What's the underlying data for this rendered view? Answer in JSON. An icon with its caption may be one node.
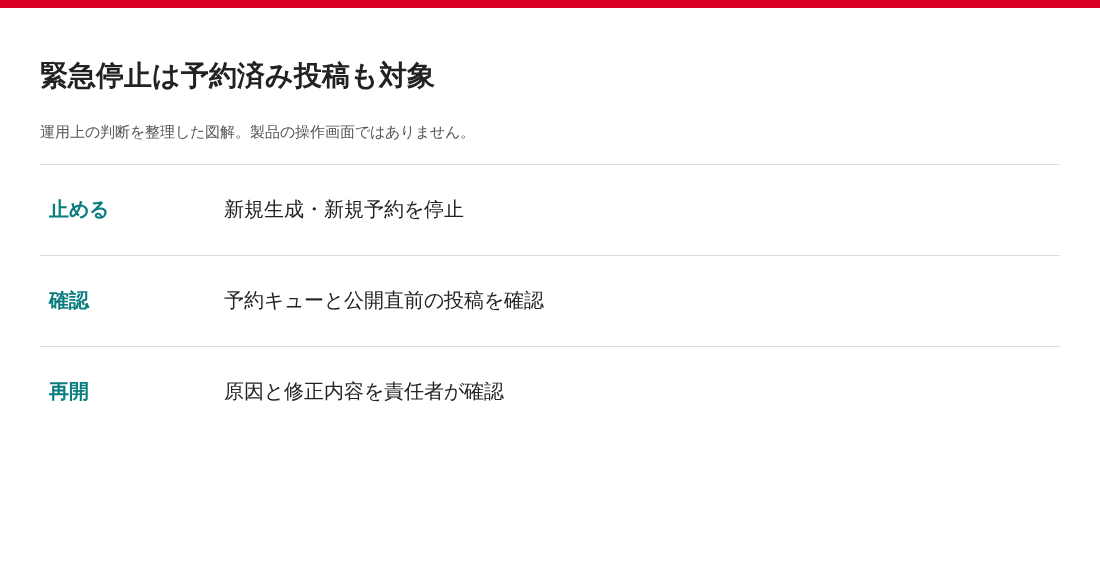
{
  "diagram": {
    "title": "緊急停止は予約済み投稿も対象",
    "caption": "運用上の判断を整理した図解。製品の操作画面ではありません。",
    "labels": [
      "止める",
      "新規生成・新規予約を停止",
      "確認",
      "予約キューと公開直前の投稿を確認",
      "再開",
      "原因と修正内容を責任者が確認"
    ]
  }
}
